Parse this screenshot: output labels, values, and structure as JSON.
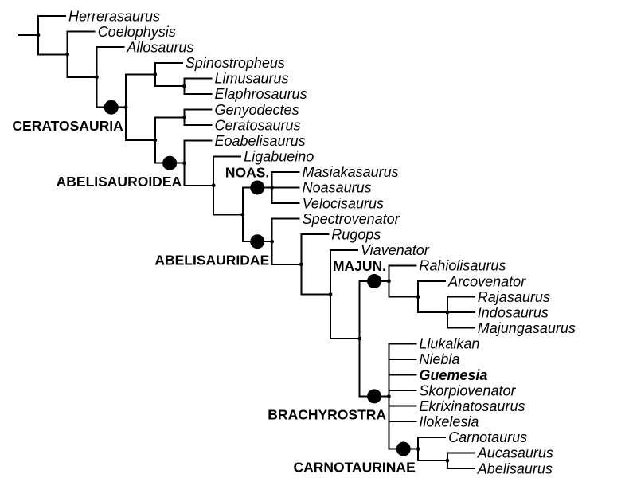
{
  "figure": {
    "type": "cladogram",
    "background_color": "#ffffff",
    "branch_color": "#000000",
    "label_color": "#000000",
    "clade_marker_color": "#000000"
  },
  "tree": {
    "children": [
      {
        "name": "Herrerasaurus"
      },
      {
        "children": [
          {
            "name": "Coelophysis"
          },
          {
            "children": [
              {
                "name": "Allosaurus"
              },
              {
                "clade": "CERATOSAURIA",
                "clade_pos": "below",
                "children": [
                  {
                    "children": [
                      {
                        "name": "Spinostropheus"
                      },
                      {
                        "children": [
                          {
                            "name": "Limusaurus"
                          },
                          {
                            "name": "Elaphrosaurus"
                          }
                        ]
                      }
                    ]
                  },
                  {
                    "children": [
                      {
                        "children": [
                          {
                            "name": "Genyodectes"
                          },
                          {
                            "name": "Ceratosaurus"
                          }
                        ]
                      },
                      {
                        "clade": "ABELISAUROIDEA",
                        "clade_pos": "below",
                        "children": [
                          {
                            "name": "Eoabelisaurus"
                          },
                          {
                            "children": [
                              {
                                "name": "Ligabueino"
                              },
                              {
                                "children": [
                                  {
                                    "clade": "NOAS.",
                                    "clade_pos": "above",
                                    "children": [
                                      {
                                        "name": "Masiakasaurus"
                                      },
                                      {
                                        "name": "Noasaurus"
                                      },
                                      {
                                        "name": "Velocisaurus"
                                      }
                                    ]
                                  },
                                  {
                                    "clade": "ABELISAURIDAE",
                                    "clade_pos": "below",
                                    "children": [
                                      {
                                        "name": "Spectrovenator"
                                      },
                                      {
                                        "children": [
                                          {
                                            "name": "Rugops"
                                          },
                                          {
                                            "children": [
                                              {
                                                "name": "Viavenator"
                                              },
                                              {
                                                "children": [
                                                  {
                                                    "clade": "MAJUN.",
                                                    "clade_pos": "above",
                                                    "children": [
                                                      {
                                                        "name": "Rahiolisaurus"
                                                      },
                                                      {
                                                        "children": [
                                                          {
                                                            "name": "Arcovenator"
                                                          },
                                                          {
                                                            "children": [
                                                              {
                                                                "name": "Rajasaurus"
                                                              },
                                                              {
                                                                "name": "Indosaurus"
                                                              },
                                                              {
                                                                "name": "Majungasaurus"
                                                              }
                                                            ]
                                                          }
                                                        ]
                                                      }
                                                    ]
                                                  },
                                                  {
                                                    "clade": "BRACHYROSTRA",
                                                    "clade_pos": "below",
                                                    "children": [
                                                      {
                                                        "name": "Llukalkan"
                                                      },
                                                      {
                                                        "name": "Niebla"
                                                      },
                                                      {
                                                        "name": "Guemesia",
                                                        "bold": true
                                                      },
                                                      {
                                                        "name": "Skorpiovenator"
                                                      },
                                                      {
                                                        "name": "Ekrixinatosaurus"
                                                      },
                                                      {
                                                        "name": "Ilokelesia"
                                                      },
                                                      {
                                                        "clade": "CARNOTAURINAE",
                                                        "clade_pos": "below",
                                                        "children": [
                                                          {
                                                            "name": "Carnotaurus"
                                                          },
                                                          {
                                                            "children": [
                                                              {
                                                                "name": "Aucasaurus"
                                                              },
                                                              {
                                                                "name": "Abelisaurus"
                                                              }
                                                            ]
                                                          }
                                                        ]
                                                      }
                                                    ]
                                                  }
                                                ]
                                              }
                                            ]
                                          }
                                        ]
                                      }
                                    ]
                                  }
                                ]
                              }
                            ]
                          }
                        ]
                      }
                    ]
                  }
                ]
              }
            ]
          }
        ]
      }
    ]
  }
}
